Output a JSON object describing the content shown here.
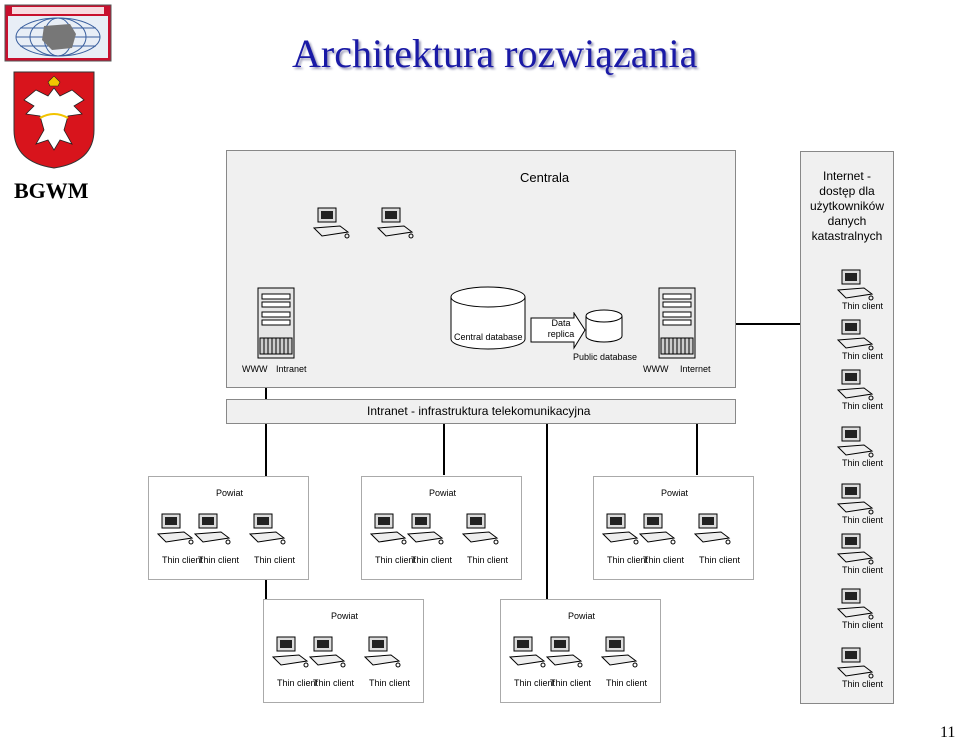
{
  "slide": {
    "title": "Architektura rozwiązania",
    "brand": "BGWM",
    "page_number": "11"
  },
  "centrala": {
    "title": "Centrala",
    "server_left_labels": [
      "WWW",
      "Intranet"
    ],
    "server_right_labels": [
      "WWW",
      "Internet"
    ],
    "central_db": "Central database",
    "data_replica": "Data\nreplica",
    "public_db": "Public database"
  },
  "intranet_bar": "Intranet - infrastruktura telekomunikacyjna",
  "internet_panel": {
    "title": "Internet -\ndostęp dla\nużytkowników\ndanych\nkatastralnych",
    "clients": [
      "Thin client",
      "Thin client",
      "Thin client",
      "Thin client",
      "Thin client",
      "Thin client",
      "Thin client",
      "Thin client"
    ]
  },
  "powiats": [
    {
      "name": "Powiat",
      "clients": [
        "Thin client",
        "Thin client",
        "Thin client"
      ]
    },
    {
      "name": "Powiat",
      "clients": [
        "Thin client",
        "Thin client",
        "Thin client"
      ]
    },
    {
      "name": "Powiat",
      "clients": [
        "Thin client",
        "Thin client",
        "Thin client"
      ]
    },
    {
      "name": "Powiat",
      "clients": [
        "Thin client",
        "Thin client",
        "Thin client"
      ]
    },
    {
      "name": "Powiat",
      "clients": [
        "Thin client",
        "Thin client",
        "Thin client"
      ]
    }
  ]
}
